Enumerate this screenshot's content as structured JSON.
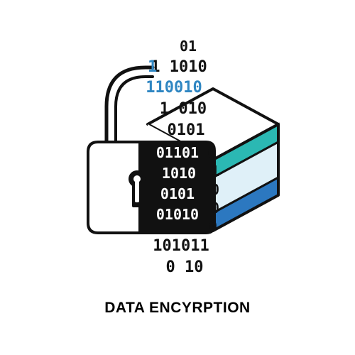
{
  "illustration": {
    "icon": "padlock-with-data-stack-icon",
    "binary_rows": [
      {
        "text": "01",
        "color": "dark"
      },
      {
        "text": "1 1010",
        "color": "mixed-a"
      },
      {
        "text": "110010",
        "color": "mixed-b"
      },
      {
        "text": "1 010",
        "color": "dark"
      },
      {
        "text": "0101",
        "color": "mixed-c"
      },
      {
        "text": "01101",
        "color": "light"
      },
      {
        "text": "1010",
        "color": "light"
      },
      {
        "text": "0101",
        "color": "light"
      },
      {
        "text": "01010",
        "color": "light"
      },
      {
        "text": "101011",
        "color": "dark"
      },
      {
        "text": "0 10",
        "color": "dark"
      }
    ],
    "side_digits": [
      "0",
      "1",
      "0",
      "0",
      "0"
    ]
  },
  "caption": "DATA ENCYRPTION",
  "colors": {
    "ink": "#111111",
    "blue": "#2f86c2",
    "teal": "#2bb8b3",
    "pale": "#dff0f8",
    "royal": "#2c78c0",
    "white": "#ffffff"
  }
}
